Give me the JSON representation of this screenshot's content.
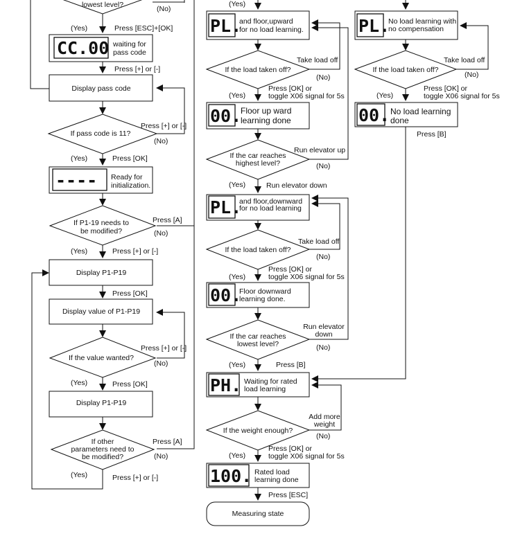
{
  "left": {
    "top_decision": {
      "line2": "lowest level?",
      "no": "(No)"
    },
    "yes1": "(Yes)",
    "esc_ok": "Press [ESC]+[OK]",
    "cc00": {
      "display": "CC.00",
      "text1": "waiting for",
      "text2": "pass code"
    },
    "plus_minus_1": "Press [+] or [-]",
    "display_pass_code": "Display pass code",
    "pass_decision": {
      "text": "If pass code is 11?",
      "side": "Press [+] or [-]",
      "no": "(No)"
    },
    "yes2": "(Yes)",
    "press_ok_1": "Press [OK]",
    "dashes": {
      "display": "----",
      "text1": "Ready for",
      "text2": "initialization."
    },
    "p119_decision": {
      "line1": "If P1-19 needs to",
      "line2": "be modified?",
      "side": "Press [A]",
      "no": "(No)"
    },
    "yes3": "(Yes)",
    "plus_minus_2": "Press [+] or [-]",
    "display_p1_p19_a": "Display P1-P19",
    "press_ok_2": "Press [OK]",
    "display_value": "Display value of P1-P19",
    "value_decision": {
      "text": "If the value wanted?",
      "side": "Press [+] or [-]",
      "no": "(No)"
    },
    "yes4": "(Yes)",
    "press_ok_3": "Press [OK]",
    "display_p1_p19_b": "Display P1-P19",
    "other_decision": {
      "line1": "If other",
      "line2": "parameters need to",
      "line3": "be modified?",
      "side": "Press [A]",
      "no": "(No)"
    },
    "yes5": "(Yes)",
    "plus_minus_3": "Press [+] or [-]"
  },
  "middle": {
    "yes0": "(Yes)",
    "pl_up": {
      "display": "PL.",
      "text1": "and floor,upward",
      "text2": "for no load learning."
    },
    "takeoff1": {
      "text": "If the load taken off?",
      "side": "Take load off",
      "no": "(No)",
      "yes": "(Yes)",
      "press1": "Press [OK] or",
      "press2": "toggle X06 signal for 5s"
    },
    "floor_up_done": {
      "display": "00.",
      "text1": "Floor up ward",
      "text2": "learning done"
    },
    "highest": {
      "line1": "If the car reaches",
      "line2": "highest level?",
      "side": "Run elevator up",
      "no": "(No)",
      "yes": "(Yes)",
      "down": "Run elevator down"
    },
    "pl_down": {
      "display": "PL.",
      "text1": "and floor,downward",
      "text2": "for no load learning"
    },
    "takeoff2": {
      "text": "If the load taken off?",
      "side": "Take load off",
      "no": "(No)",
      "yes": "(Yes)",
      "press1": "Press [OK] or",
      "press2": "toggle X06 signal for 5s"
    },
    "floor_down_done": {
      "display": "00.",
      "text1": "Floor downward",
      "text2": "learning done."
    },
    "lowest": {
      "line1": "If the car reaches",
      "line2": "lowest level?",
      "side1": "Run elevator",
      "side2": "down",
      "no": "(No)",
      "yes": "(Yes)",
      "press_b": "Press [B]"
    },
    "ph": {
      "display": "PH.",
      "text1": "Waiting for rated",
      "text2": "load learning"
    },
    "weight": {
      "text": "If the weight enough?",
      "side1": "Add more",
      "side2": "weight",
      "no": "(No)",
      "yes": "(Yes)",
      "press1": "Press [OK] or",
      "press2": "toggle X06 signal for 5s"
    },
    "rated": {
      "display": "100.",
      "text1": "Rated load",
      "text2": "learning done"
    },
    "press_esc": "Press [ESC]",
    "measuring": "Measuring state"
  },
  "right": {
    "pl_nocomp": {
      "display": "PL.",
      "text1": "No load learning with",
      "text2": "no compensation"
    },
    "takeoff": {
      "text": "If the load taken off?",
      "side": "Take load off",
      "no": "(No)",
      "yes": "(Yes)",
      "press1": "Press [OK] or",
      "press2": "toggle X06 signal for 5s"
    },
    "done": {
      "display": "00.",
      "text1": "No load learning",
      "text2": "done"
    },
    "press_b": "Press [B]"
  }
}
